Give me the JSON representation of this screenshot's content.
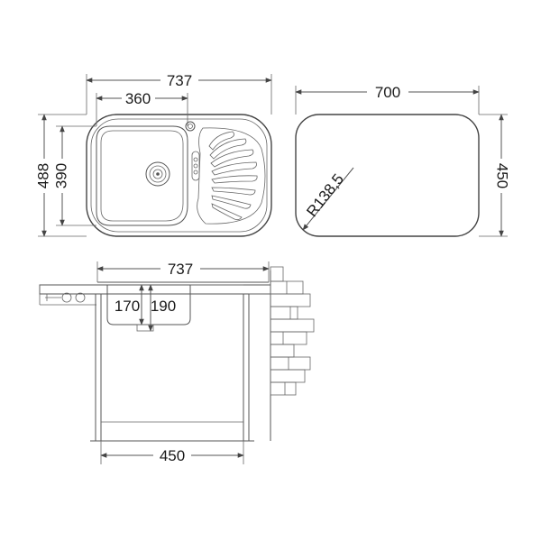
{
  "top_view": {
    "width_total": "737",
    "bowl_width": "360",
    "height_total": "488",
    "bowl_height": "390"
  },
  "cutout": {
    "width": "700",
    "height": "450",
    "radius": "R138,5"
  },
  "side_view": {
    "width_total": "737",
    "depth_left": "170",
    "depth_right": "190",
    "cabinet_width": "450"
  },
  "icons": {
    "drain": "drain-icon",
    "tap_hole": "tap-hole-icon",
    "overflow": "overflow-icon",
    "wall": "brick-wall-icon"
  },
  "colors": {
    "line": "#555555",
    "text": "#1a1a1a"
  }
}
